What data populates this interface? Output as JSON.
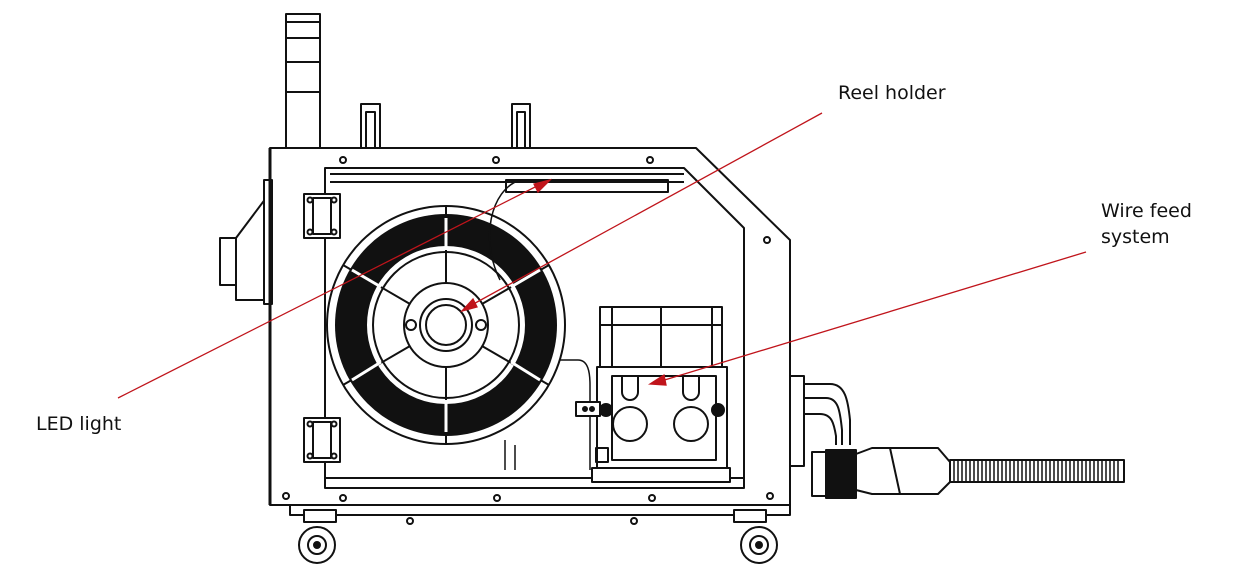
{
  "labels": {
    "reel_holder": "Reel holder",
    "wire_feed_line1": "Wire feed",
    "wire_feed_line2": "system",
    "led_light": "LED light"
  },
  "colors": {
    "drawing": "#111111",
    "leader": "#c0141b",
    "spool_fill": "#111111",
    "background": "#ffffff"
  },
  "icons": {
    "machine": "welding-machine-side-view",
    "spool": "wire-spool",
    "wheel": "caster-wheel",
    "hose": "torch-hose"
  }
}
